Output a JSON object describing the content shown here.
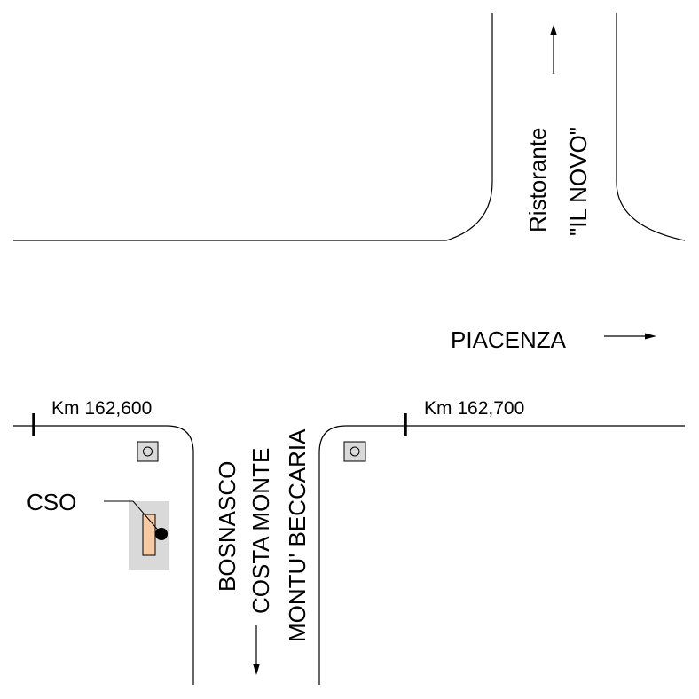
{
  "destinations": {
    "restaurant_line1": "Ristorante",
    "restaurant_line2": "\"IL NOVO\"",
    "east": "PIACENZA",
    "south_line1": "BOSNASCO",
    "south_line2": "COSTA MONTE",
    "south_line3": "MONTU' BECCARIA"
  },
  "kilometre_markers": {
    "west": "Km 162,600",
    "east": "Km 162,700"
  },
  "equipment": {
    "cabinet_label": "CSO"
  },
  "colors": {
    "lines": "#000000",
    "cabinet_pad": "#d9d9d9",
    "cabinet_body": "#f7c9a3",
    "marker_box": "#d9d9d9"
  }
}
